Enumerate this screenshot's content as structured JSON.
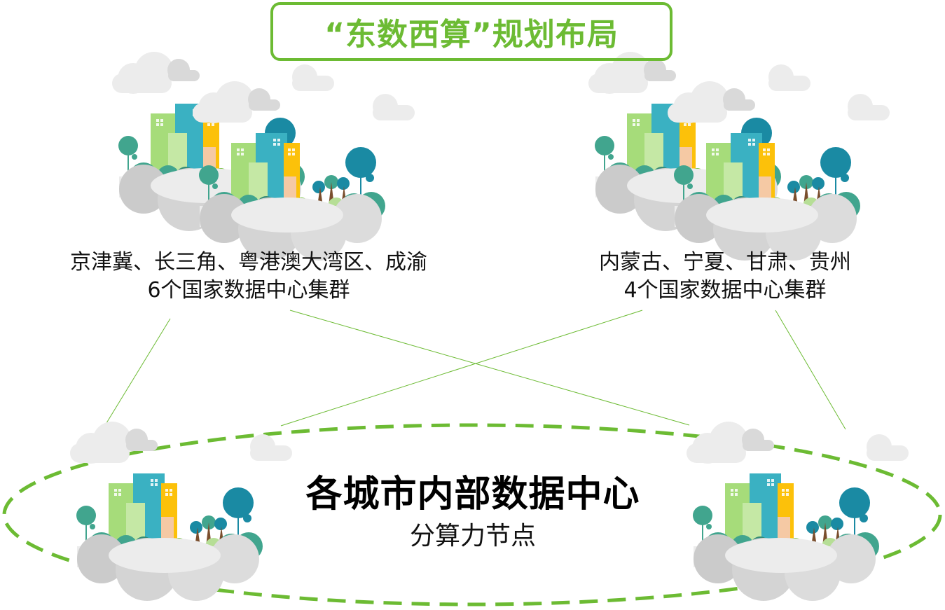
{
  "title": "“东数西算”规划布局",
  "colors": {
    "accent": "#6cbb33",
    "teal": "#1a8aa3",
    "building_blue": "#3ab1c2",
    "building_green": "#a6dc7a",
    "building_yellow": "#fcc10a",
    "tree_green": "#41a58e",
    "cloud_light": "#ececec",
    "cloud_dark": "#d4d4d4"
  },
  "east_cluster": {
    "regions": "京津冀、长三角、粤港澳大湾区、成渝",
    "summary": "6个国家数据中心集群"
  },
  "west_cluster": {
    "regions": "内蒙古、宁夏、甘肃、贵州",
    "summary": "4个国家数据中心集群"
  },
  "city_nodes": {
    "title": "各城市内部数据中心",
    "subtitle": "分算力节点"
  },
  "illustrations": [
    "city-island-east",
    "city-island-west",
    "city-island-bottom-left",
    "city-island-bottom-right"
  ]
}
